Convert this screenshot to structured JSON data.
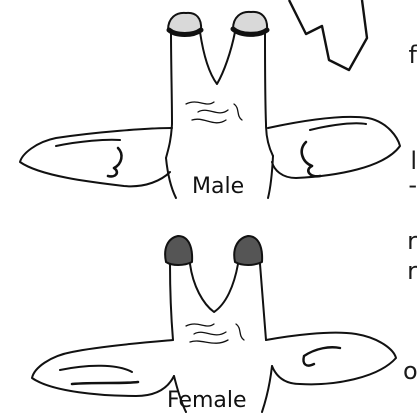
{
  "labels": {
    "male": "Male",
    "female": "Female"
  },
  "cut_off_text_fragments": [
    "f",
    "l",
    "-",
    "r",
    "r",
    "o"
  ],
  "colors": {
    "ink": "#111111",
    "background": "#ffffff"
  },
  "icons": {
    "arrow": "down-arrow-outline-icon",
    "male_head": "male-giraffe-head-illustration",
    "female_head": "female-giraffe-head-illustration"
  }
}
